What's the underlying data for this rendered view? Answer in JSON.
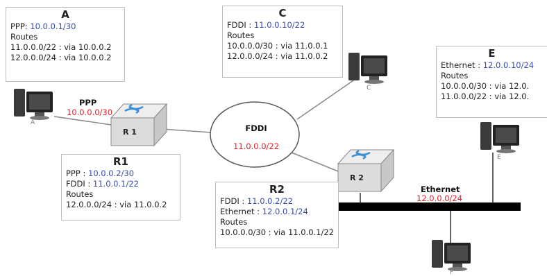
{
  "hosts": {
    "A": {
      "title": "A",
      "lines": [
        {
          "label": "PPP: ",
          "addr": "10.0.0.1/30"
        },
        {
          "label": "Routes",
          "addr": ""
        },
        {
          "label": "11.0.0.0/22 : via 10.0.0.2",
          "addr": ""
        },
        {
          "label": "12.0.0.0/24 : via 10.0.0.2",
          "addr": ""
        }
      ],
      "pc_label": "A"
    },
    "C": {
      "title": "C",
      "lines": [
        {
          "label": "FDDI : ",
          "addr": "11.0.0.10/22"
        },
        {
          "label": "Routes",
          "addr": ""
        },
        {
          "label": "10.0.0.0/30 : via 11.0.0.1",
          "addr": ""
        },
        {
          "label": "12.0.0.0/24 : via 11.0.0.2",
          "addr": ""
        }
      ],
      "pc_label": "C"
    },
    "E": {
      "title": "E",
      "lines": [
        {
          "label": "Ethernet : ",
          "addr": "12.0.0.10/24"
        },
        {
          "label": "Routes",
          "addr": ""
        },
        {
          "label": "10.0.0.0/30 : via 12.0.",
          "addr": ""
        },
        {
          "label": "11.0.0.0/22 : via 12.0.",
          "addr": ""
        }
      ],
      "pc_label": "E"
    },
    "F": {
      "pc_label": "F"
    }
  },
  "routers": {
    "R1": {
      "title": "R1",
      "icon_label": "R 1",
      "lines": [
        {
          "label": "PPP : ",
          "addr": "10.0.0.2/30"
        },
        {
          "label": "FDDI : ",
          "addr": "11.0.0.1/22"
        },
        {
          "label": "Routes",
          "addr": ""
        },
        {
          "label": "12.0.0.0/24 : via 11.0.0.2",
          "addr": ""
        }
      ]
    },
    "R2": {
      "title": "R2",
      "icon_label": "R 2",
      "lines": [
        {
          "label": "FDDI : ",
          "addr": "11.0.0.2/22"
        },
        {
          "label": "Ethernet : ",
          "addr": "12.0.0.1/24"
        },
        {
          "label": "Routes",
          "addr": ""
        },
        {
          "label": "10.0.0.0/30 : via 11.0.0.1/22",
          "addr": ""
        }
      ]
    }
  },
  "networks": {
    "ppp": {
      "name": "PPP",
      "addr": "10.0.0.0/30"
    },
    "fddi": {
      "name": "FDDI",
      "addr": "11.0.0.0/22"
    },
    "ethernet": {
      "name": "Ethernet",
      "addr": "12.0.0.0/24"
    }
  },
  "colors": {
    "address": "#3a4bb0",
    "network_address": "#e0202a",
    "router_body": "#dcdcdc",
    "router_arrows": "#3b8fd6",
    "ethernet_bus": "#000000"
  },
  "icons": {
    "pc": "desktop-computer-icon",
    "router": "router-icon"
  }
}
